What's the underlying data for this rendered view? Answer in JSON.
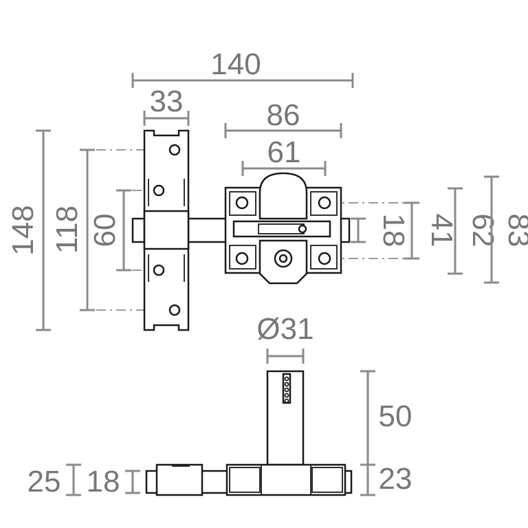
{
  "dimensions": {
    "overall_width": "140",
    "plate_width": "33",
    "body_width": "86",
    "keeper_width": "61",
    "plate_height": "148",
    "hole_spacing_outer": "118",
    "hole_spacing_inner": "60",
    "bolt_diameter": "18",
    "body_hole_spacing": "41",
    "body_height_inner": "62",
    "body_height_outer": "83",
    "cylinder_diameter": "Ø31",
    "cylinder_length": "50",
    "body_depth": "23",
    "plate_depth": "25",
    "bolt_depth": "18"
  },
  "colors": {
    "dimension": "#8a8a8a",
    "outline": "#1a1a1a",
    "text": "#777777"
  }
}
